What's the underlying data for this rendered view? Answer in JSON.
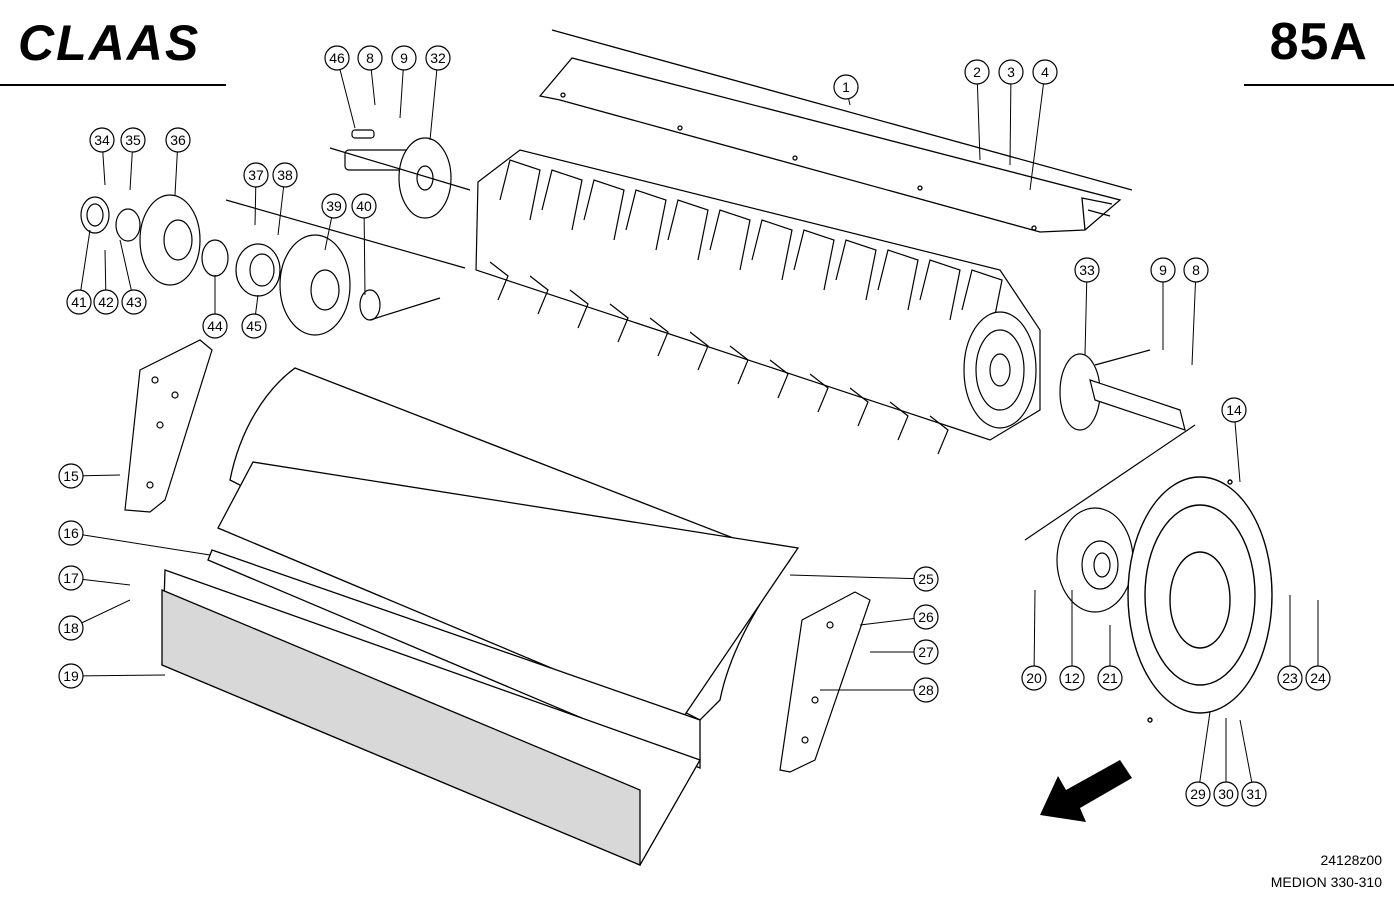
{
  "header": {
    "brand": "CLAAS",
    "page_number": "85A"
  },
  "footer": {
    "drawing_id": "24128z00",
    "model": "MEDION 330-310"
  },
  "callouts": [
    {
      "id": "1"
    },
    {
      "id": "2"
    },
    {
      "id": "3"
    },
    {
      "id": "4"
    },
    {
      "id": "46"
    },
    {
      "id": "8"
    },
    {
      "id": "9"
    },
    {
      "id": "32"
    },
    {
      "id": "34"
    },
    {
      "id": "35"
    },
    {
      "id": "36"
    },
    {
      "id": "37"
    },
    {
      "id": "38"
    },
    {
      "id": "39"
    },
    {
      "id": "40"
    },
    {
      "id": "41"
    },
    {
      "id": "42"
    },
    {
      "id": "43"
    },
    {
      "id": "44"
    },
    {
      "id": "45"
    },
    {
      "id": "33"
    },
    {
      "id": "9"
    },
    {
      "id": "8"
    },
    {
      "id": "14"
    },
    {
      "id": "15"
    },
    {
      "id": "16"
    },
    {
      "id": "17"
    },
    {
      "id": "18"
    },
    {
      "id": "19"
    },
    {
      "id": "25"
    },
    {
      "id": "26"
    },
    {
      "id": "27"
    },
    {
      "id": "28"
    },
    {
      "id": "20"
    },
    {
      "id": "12"
    },
    {
      "id": "21"
    },
    {
      "id": "23"
    },
    {
      "id": "24"
    },
    {
      "id": "29"
    },
    {
      "id": "30"
    },
    {
      "id": "31"
    }
  ]
}
